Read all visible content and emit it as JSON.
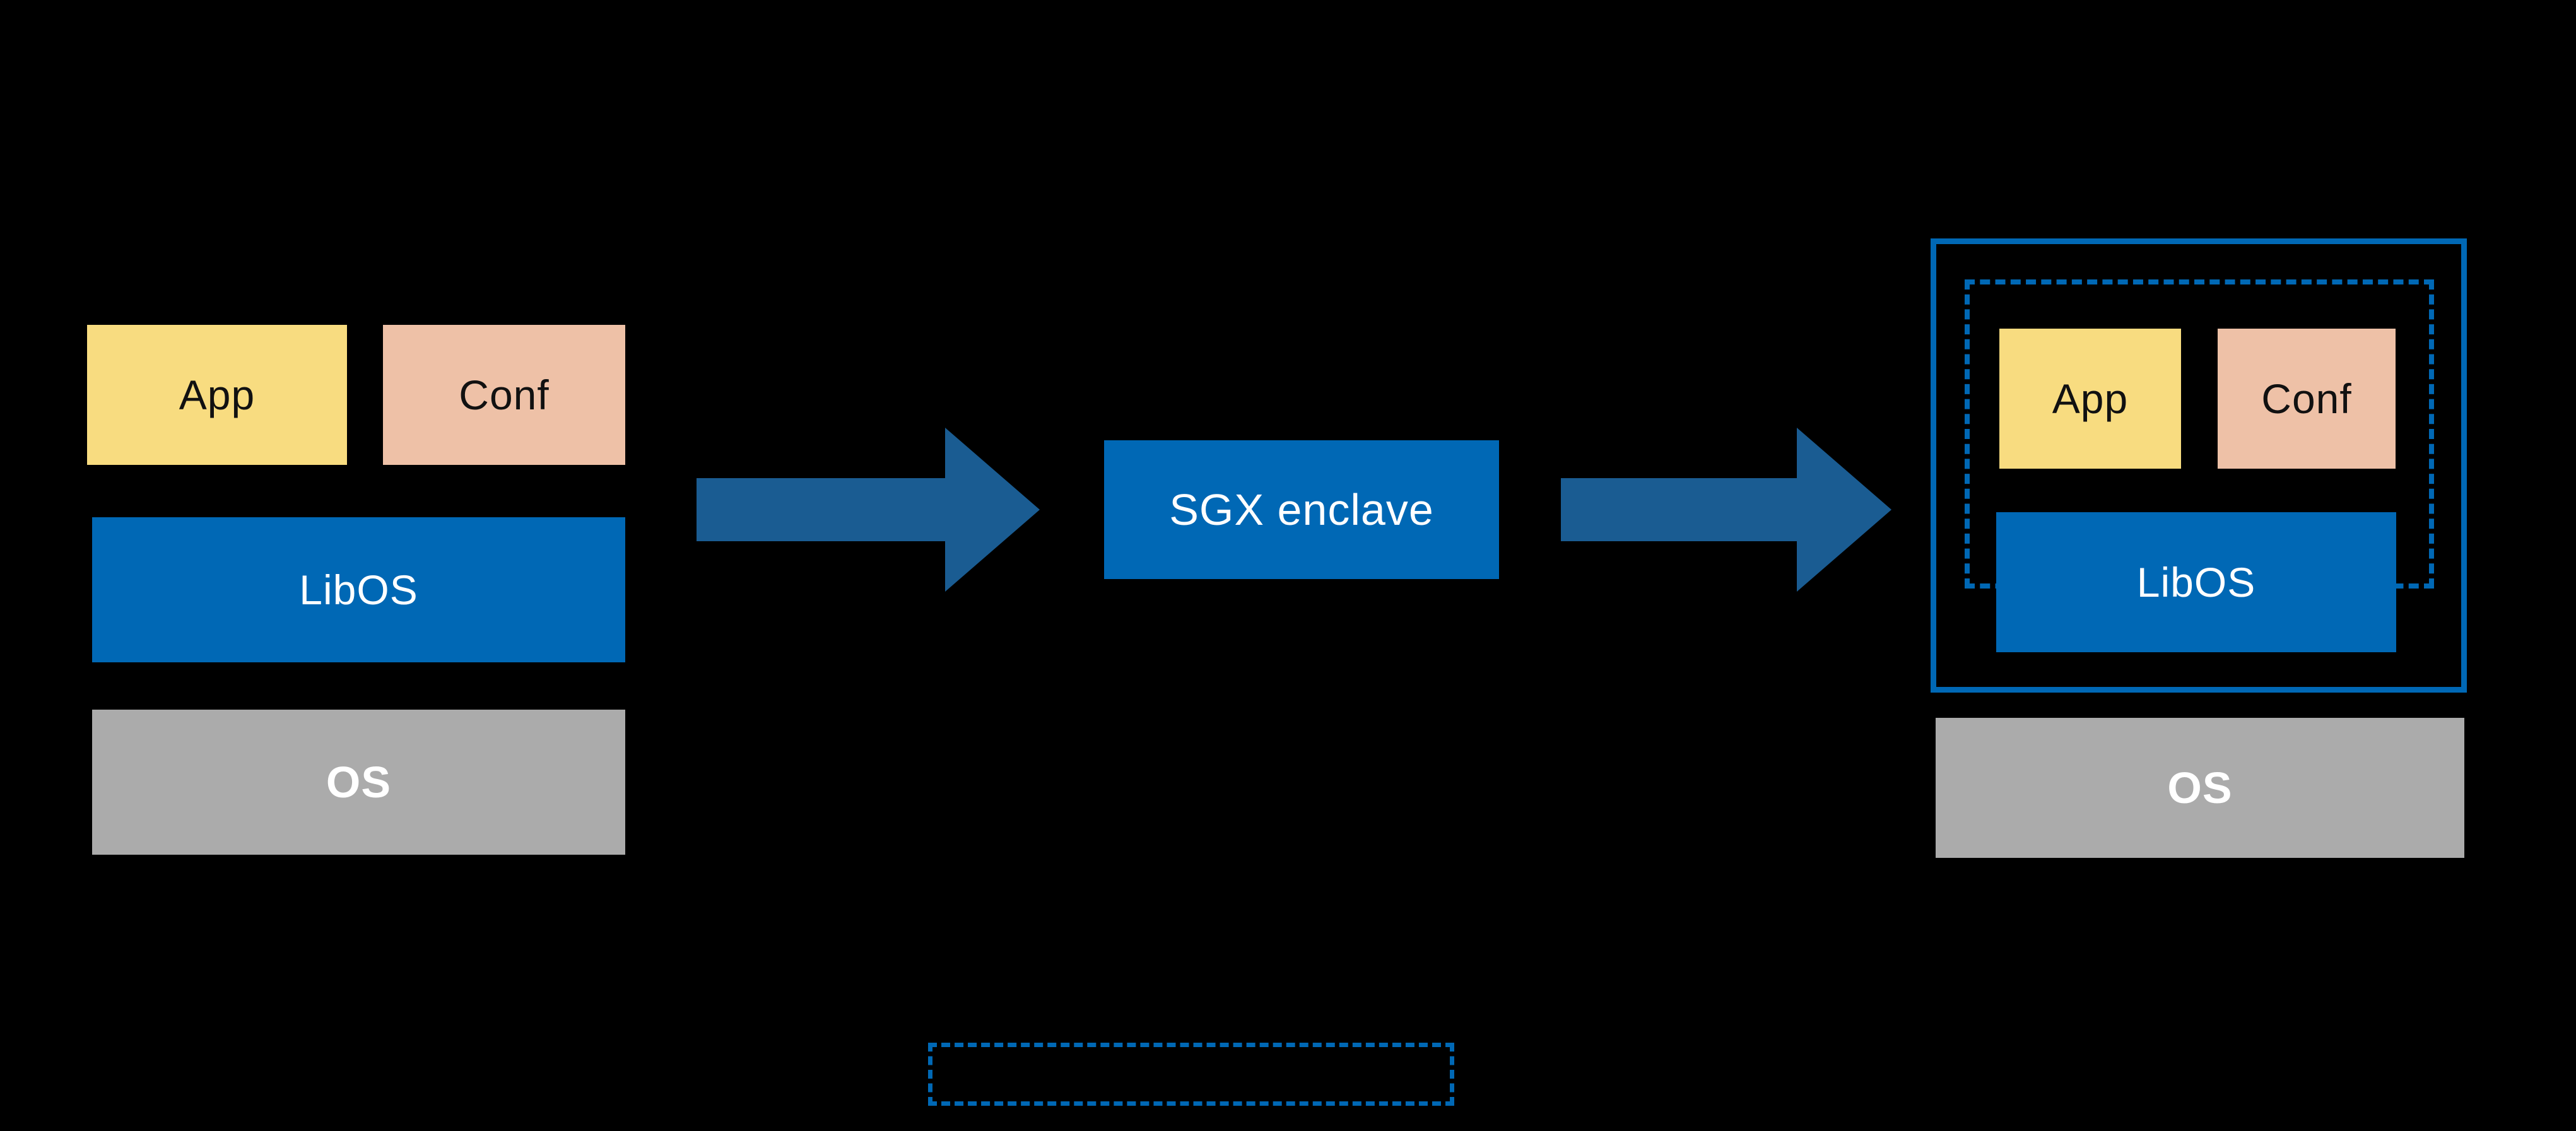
{
  "diagram": {
    "left_stack": {
      "app": "App",
      "conf": "Conf",
      "libos": "LibOS",
      "os": "OS"
    },
    "enclave": {
      "label": "SGX enclave"
    },
    "right_stack": {
      "app": "App",
      "conf": "Conf",
      "libos": "LibOS",
      "os": "OS"
    },
    "colors": {
      "background": "#000000",
      "app_fill": "#F8DC80",
      "conf_fill": "#EEC1A7",
      "libos_fill": "#0068B5",
      "enclave_fill": "#0068B5",
      "os_fill": "#ABABAB",
      "arrow": "#1A5C92",
      "outline": "#0068B5",
      "label_dark": "#111111",
      "label_light": "#FFFFFF"
    }
  }
}
